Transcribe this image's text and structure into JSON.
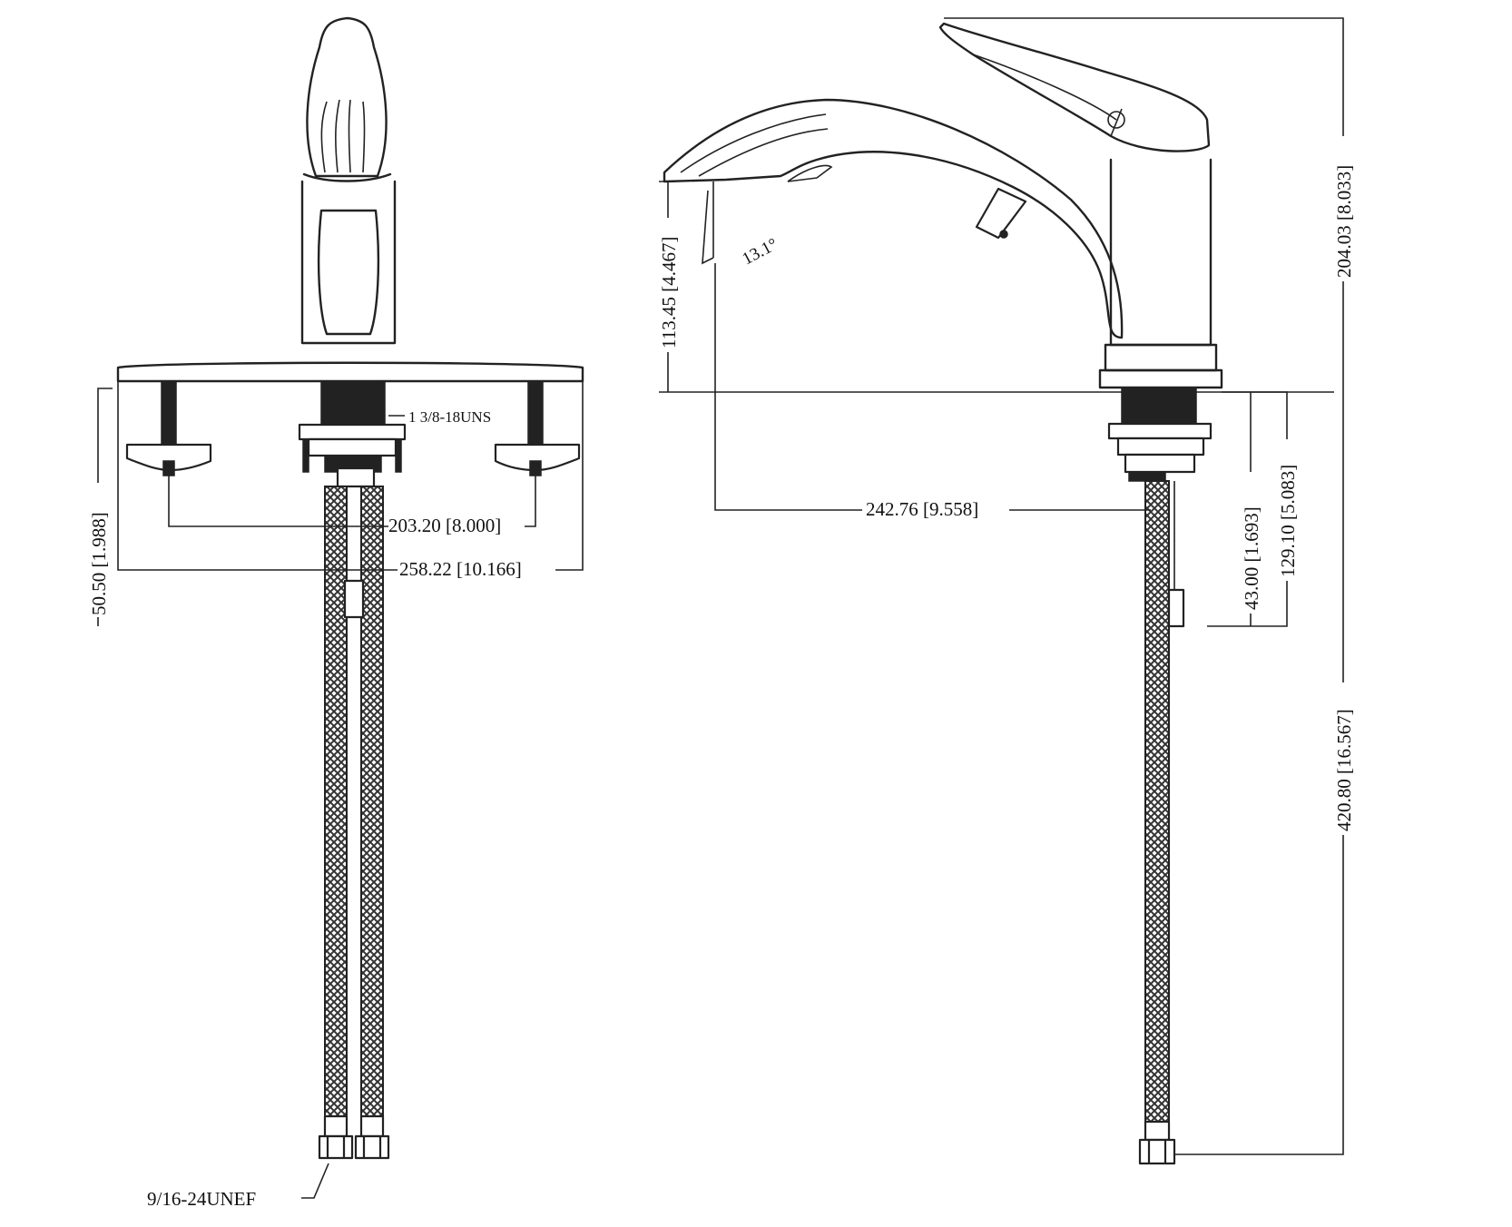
{
  "colors": {
    "line": "#222222",
    "background": "#ffffff",
    "hose_fill": "#444444"
  },
  "labels": {
    "thread_top": "1 3/8-18UNS",
    "center_spacing": "203.20 [8.000]",
    "plate_width": "258.22 [10.166]",
    "plate_depth": "50.50 [1.988]",
    "supply_thread": "9/16-24UNEF",
    "spout_height": "113.45 [4.467]",
    "tilt_angle": "13.1°",
    "spout_reach": "242.76 [9.558]",
    "overall_height": "204.03 [8.033]",
    "shank_short": "43.00 [1.693]",
    "shank_long": "129.10 [5.083]",
    "hose_length": "420.80 [16.567]"
  }
}
